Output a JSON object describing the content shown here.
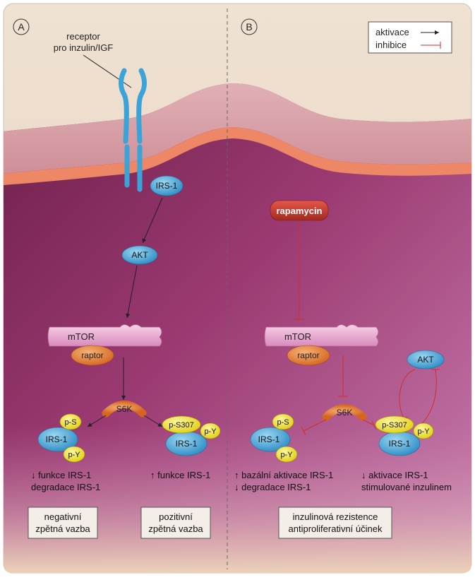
{
  "panels": {
    "a": {
      "letter": "A"
    },
    "b": {
      "letter": "B"
    }
  },
  "legend": {
    "activation": "aktivace",
    "inhibition": "inhibice",
    "activation_color": "#222222",
    "inhibition_color": "#d42b2b"
  },
  "receptor": {
    "label_line1": "receptor",
    "label_line2": "pro inzulin/IGF"
  },
  "molecules": {
    "irs1": "IRS-1",
    "akt": "AKT",
    "mtor": "mTOR",
    "raptor": "raptor",
    "s6k": "S6K",
    "ps": "p-S",
    "py": "p-Y",
    "ps307": "p-S307",
    "rapamycin": "rapamycin"
  },
  "effects": {
    "a_left_line1": "↓ funkce IRS-1",
    "a_left_line2": "degradace IRS-1",
    "a_right_line1": "↑ funkce IRS-1",
    "b_left_line1": "↑ bazální aktivace IRS-1",
    "b_left_line2": "↓ degradace IRS-1",
    "b_right_line1": "↓ aktivace IRS-1",
    "b_right_line2": "stimulované inzulinem"
  },
  "boxes": {
    "negative_line1": "negativní",
    "negative_line2": "zpětná vazba",
    "positive_line1": "pozitivní",
    "positive_line2": "zpětná vazba",
    "resistance_line1": "inzulinová rezistence",
    "resistance_line2": "antiproliferativní účinek"
  },
  "colors": {
    "molecule_blue": "#3aa3d8",
    "molecule_orange": "#e27a2c",
    "molecule_yellow": "#f2e51c",
    "mtor_pink": "#e9a4cc",
    "rapamycin_red": "#c2372a",
    "membrane_orange": "#ee8766",
    "cytoplasm": "#a8396f"
  }
}
